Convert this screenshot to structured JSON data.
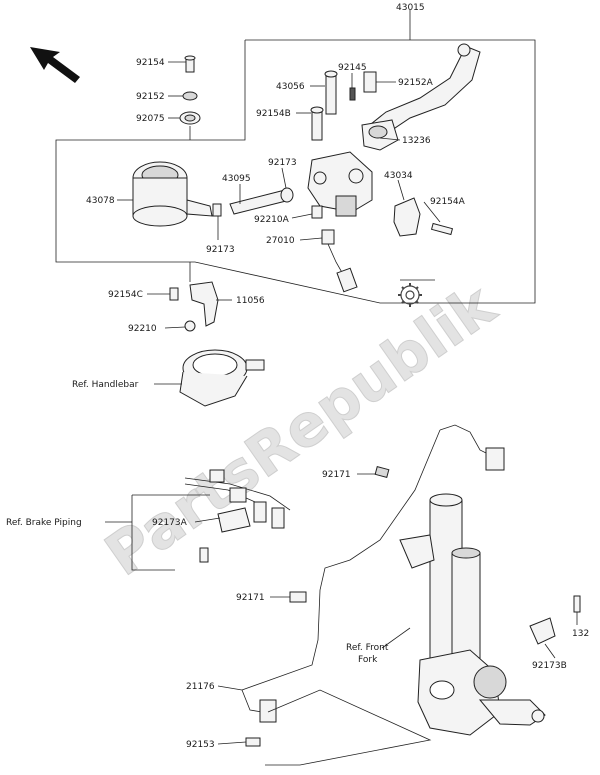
{
  "watermark": "PartsRepublik",
  "labels": {
    "l43015": "43015",
    "l92154": "92154",
    "l92152": "92152",
    "l92075": "92075",
    "l92145": "92145",
    "l92152A": "92152A",
    "l43056": "43056",
    "l92154B": "92154B",
    "l13236": "13236",
    "l43078": "43078",
    "l43095": "43095",
    "l92173_a": "92173",
    "l43034": "43034",
    "l92154A": "92154A",
    "l92210A": "92210A",
    "l27010": "27010",
    "l92173_b": "92173",
    "l92154C": "92154C",
    "l11056": "11056",
    "l92210": "92210",
    "ref_handlebar": "Ref. Handlebar",
    "l92171_a": "92171",
    "ref_brake_piping": "Ref. Brake Piping",
    "l92173A": "92173A",
    "l92171_b": "92171",
    "ref_front": "Ref. Front",
    "ref_fork": "Fork",
    "l132": "132",
    "l92173B": "92173B",
    "l21176": "21176",
    "l92153": "92153"
  },
  "icons": {
    "direction": "arrow-up-left-icon",
    "gear": "gear-icon"
  }
}
